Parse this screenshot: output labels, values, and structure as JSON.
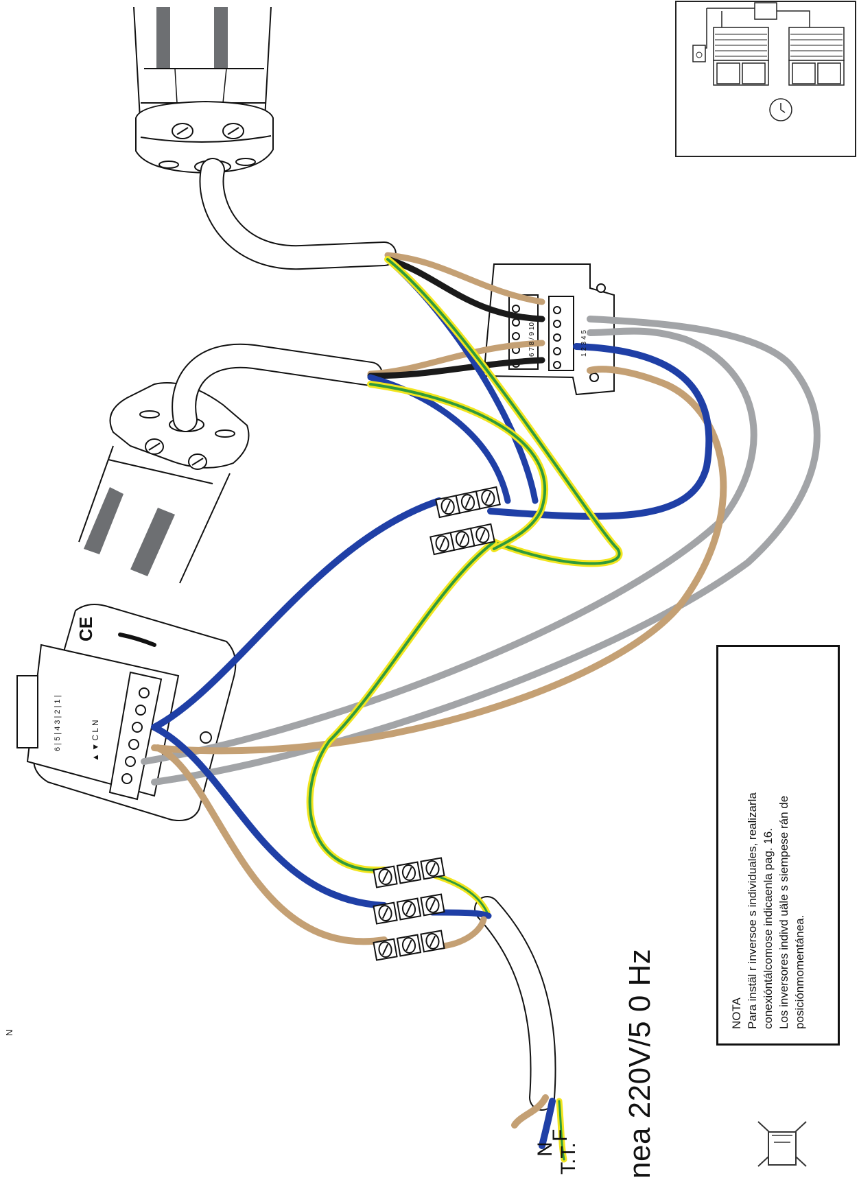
{
  "note": {
    "title": "NOTA",
    "lines": [
      "Para instäl  r inversoe s individuales, realizarla",
      "conexióntálcomose  indicaenla  pag. 16.",
      "Los inversores indivd uäle s siempese  rán de",
      "posiciónmomentánea."
    ]
  },
  "supply": {
    "voltage_label": "nea 220V/5 0 Hz",
    "wire_labels": {
      "phase": "F",
      "neutral": "N",
      "earth": "T.T."
    }
  },
  "margin_mark": "N",
  "switch": {
    "terminals_top": "6 | 5 | 4 3 | 2 | 1 |",
    "terminals_bottom": "▲ ▼ C  L  N",
    "ce_mark": "CE"
  },
  "junction_box": {
    "row_a": "6  7  8 / 9 10",
    "row_b": "1  2  3  4  5"
  },
  "colors": {
    "brown": "#c4a074",
    "blue": "#1f3fa6",
    "black": "#1a1a1a",
    "grey": "#a2a4a7",
    "green": "#2f9a3c",
    "yellow": "#f2e51e"
  },
  "icons": [
    "motor-tube-icon",
    "motor-head-icon",
    "terminal-block-icon",
    "wall-switch-icon",
    "junction-box-icon",
    "weee-bin-icon",
    "clock-icon"
  ]
}
